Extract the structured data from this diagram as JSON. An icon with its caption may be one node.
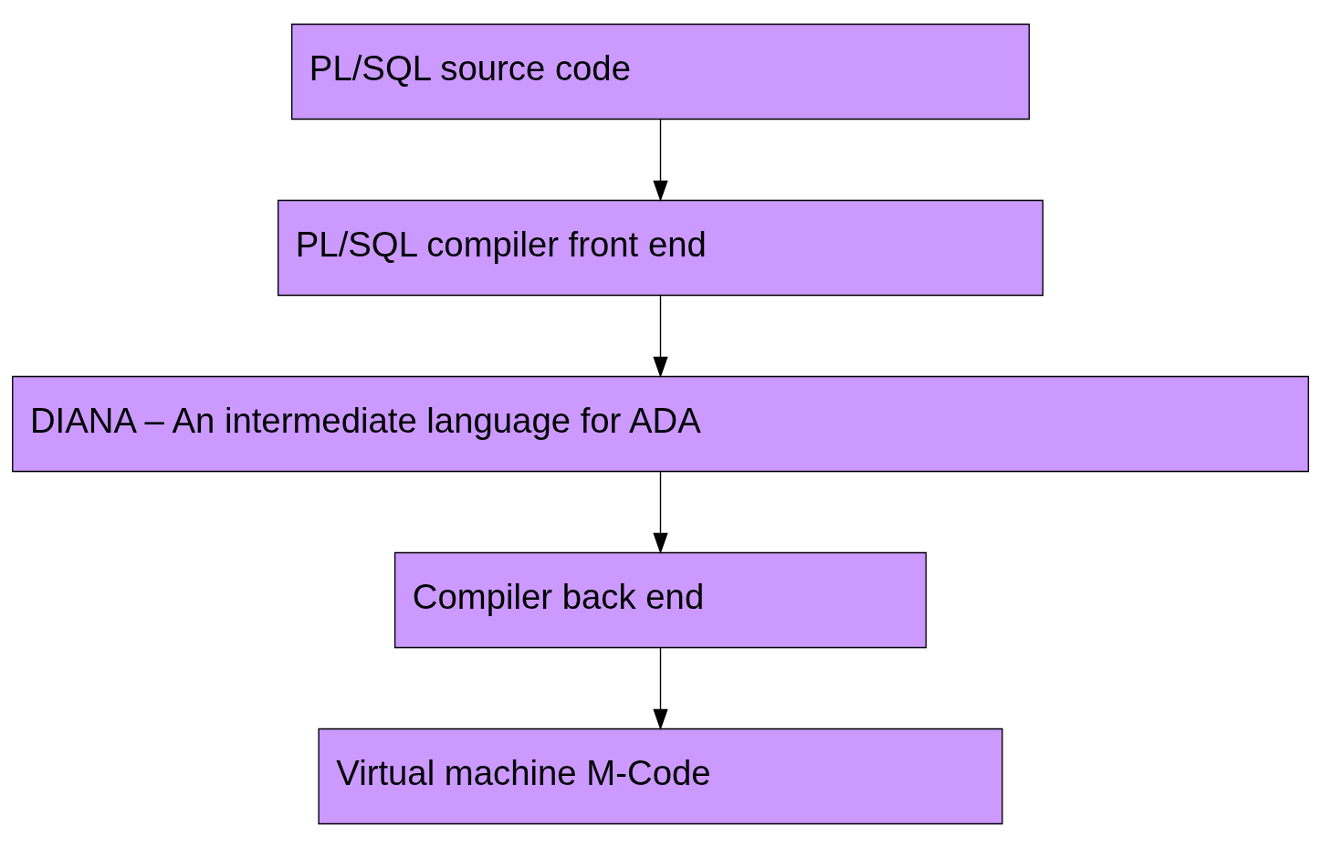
{
  "diagram": {
    "nodes": [
      {
        "text": [
          "PL/SQL source code"
        ]
      },
      {
        "text": [
          "PL/SQL compiler front end"
        ]
      },
      {
        "text": [
          "DIANA – An intermediate language for ADA"
        ]
      },
      {
        "text": [
          "Compiler back end"
        ]
      },
      {
        "text": [
          "Virtual machine M-Code"
        ]
      }
    ],
    "edges": [
      {
        "from": 0,
        "to": 1,
        "arrow": "to"
      },
      {
        "from": 1,
        "to": 2,
        "arrow": "to"
      },
      {
        "from": 2,
        "to": 3,
        "arrow": "to"
      },
      {
        "from": 3,
        "to": 4,
        "arrow": "to"
      }
    ]
  }
}
